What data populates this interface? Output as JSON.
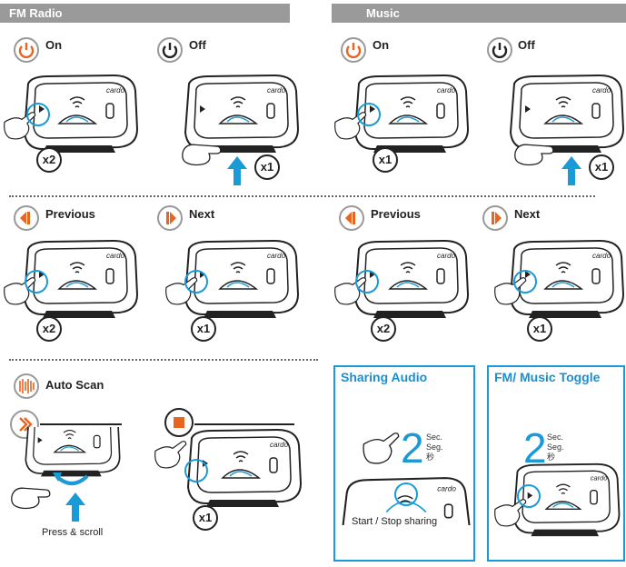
{
  "sections": {
    "fm_radio": "FM Radio",
    "music": "Music",
    "sharing_audio": "Sharing Audio",
    "fm_music_toggle": "FM/ Music Toggle"
  },
  "labels": {
    "on": "On",
    "off": "Off",
    "previous": "Previous",
    "next": "Next",
    "auto_scan": "Auto Scan"
  },
  "counts": {
    "x1": "x1",
    "x2": "x2"
  },
  "captions": {
    "press_scroll": "Press & scroll",
    "start_stop_sharing": "Start / Stop sharing"
  },
  "timer": {
    "value": "2",
    "sec": "Sec.",
    "seg": "Seg.",
    "third": "秒"
  },
  "device": {
    "brand": "cardo"
  },
  "colors": {
    "accent_orange": "#e8641f",
    "accent_blue": "#1a9ad6",
    "header_gray": "#9a9a9a"
  }
}
